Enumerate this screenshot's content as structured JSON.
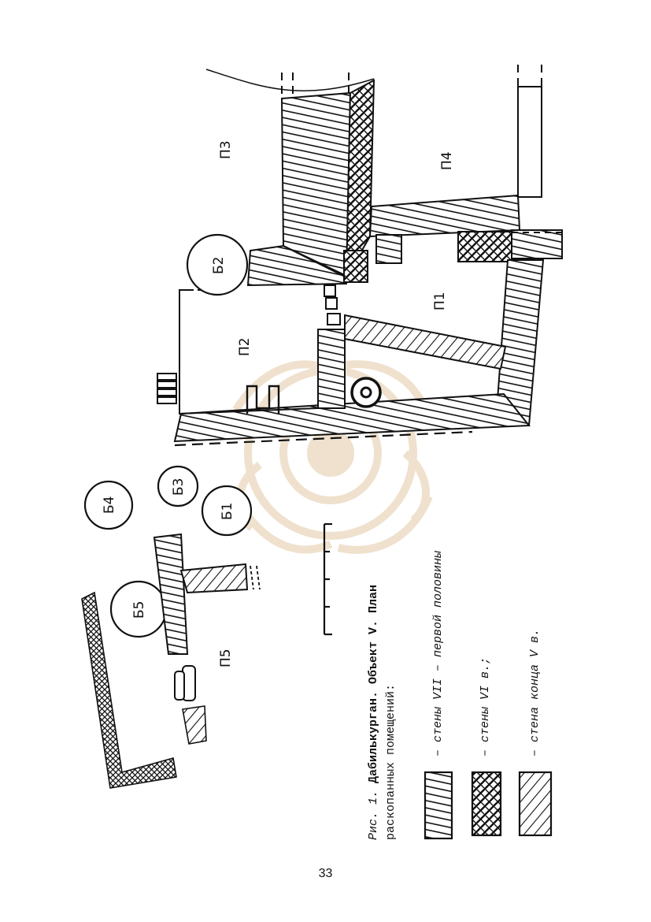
{
  "rooms": {
    "p1": "П1",
    "p2": "П2",
    "p3": "П3",
    "p4": "П4",
    "p5": "П5"
  },
  "pits": {
    "b1": "Б1",
    "b2": "Б2",
    "b3": "Б3",
    "b4": "Б4",
    "b5": "Б5"
  },
  "caption": {
    "prefix": "Рис. 1.",
    "line1_rest": " Дабилькурган. Объект V. План",
    "line2": "раскопанных помещений:"
  },
  "legend": [
    {
      "pattern": "hatch-vii",
      "text": "– стены VII – первой половины"
    },
    {
      "pattern": "hatch-vi",
      "text": "– стены VI в.;"
    },
    {
      "pattern": "hatch-v",
      "text": "– стена конца V в."
    }
  ],
  "page_number": "33",
  "colors": {
    "ink": "#111111",
    "watermark": "#e6d2b5"
  }
}
